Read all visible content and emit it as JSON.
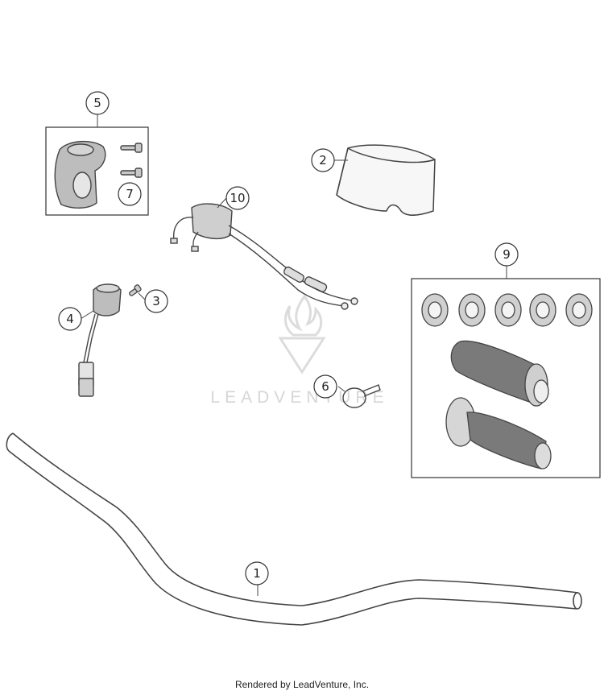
{
  "diagram": {
    "callouts": [
      "1",
      "2",
      "3",
      "4",
      "5",
      "6",
      "7",
      "9",
      "10"
    ],
    "watermark": "LEADVENTURE",
    "footer": "Rendered by LeadVenture, Inc."
  },
  "icons": [
    "handlebar",
    "handlebar-pad",
    "screw",
    "switch-with-cable",
    "throttle-housing",
    "cable-clamp",
    "screw-pair",
    "grip-set",
    "throttle-cables",
    "leadventure-flame-logo"
  ]
}
